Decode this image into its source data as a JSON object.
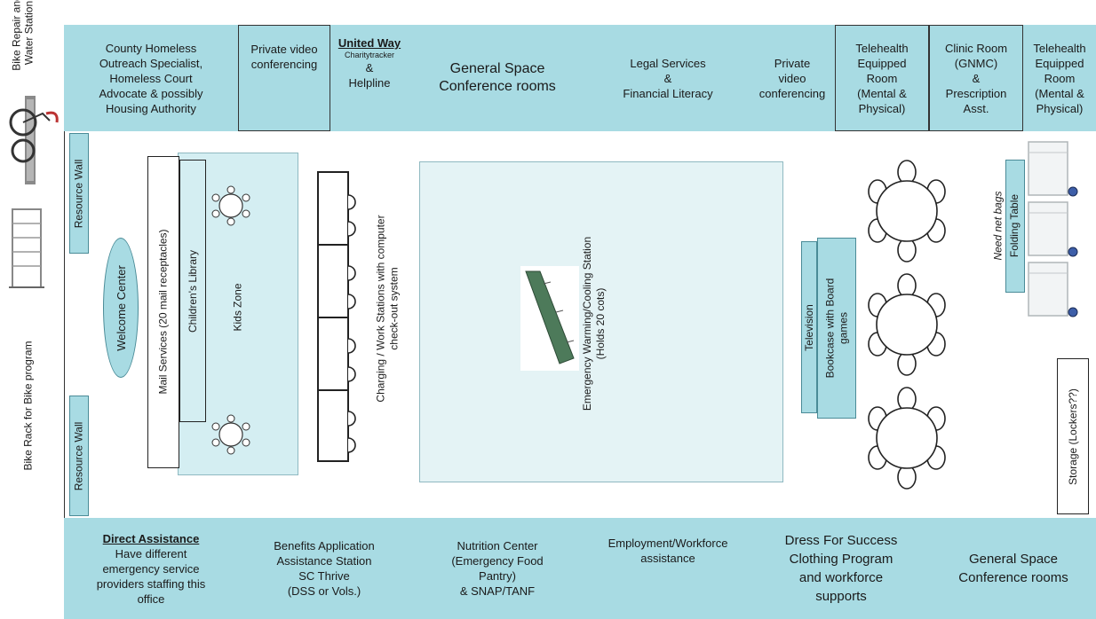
{
  "outside": {
    "bike_repair": [
      "Bike Repair and",
      "Water Station"
    ],
    "bike_rack": "Bike Rack for Bike program"
  },
  "top_rooms": [
    {
      "lines": [
        "County Homeless",
        "Outreach Specialist,",
        "Homeless Court",
        "Advocate & possibly",
        "Housing Authority"
      ]
    },
    {
      "lines": [
        "Private video",
        "conferencing"
      ]
    },
    {
      "title": "United Way",
      "lines": [
        "Charitytracker",
        "&",
        "Helpline"
      ]
    },
    {
      "lines": [
        "General Space",
        "Conference rooms"
      ]
    },
    {
      "lines": [
        "Legal Services",
        "&",
        "Financial Literacy"
      ]
    },
    {
      "lines": [
        "Private",
        "video",
        "conferencing"
      ]
    },
    {
      "lines": [
        "Telehealth",
        "Equipped",
        "Room",
        "(Mental &",
        "Physical)"
      ]
    },
    {
      "lines": [
        "Clinic Room",
        "(GNMC)",
        "&",
        "Prescription",
        "Asst."
      ]
    },
    {
      "lines": [
        "Telehealth",
        "Equipped",
        "Room",
        "(Mental &",
        "Physical)"
      ]
    }
  ],
  "bottom_rooms": [
    {
      "title": "Direct Assistance",
      "lines": [
        "Have different",
        "emergency service",
        "providers staffing this",
        "office"
      ]
    },
    {
      "lines": [
        "Benefits Application",
        "Assistance Station",
        "SC Thrive",
        "(DSS or Vols.)"
      ]
    },
    {
      "lines": [
        "Nutrition Center",
        "(Emergency Food",
        "Pantry)",
        "& SNAP/TANF"
      ]
    },
    {
      "lines": [
        "Employment/Workforce",
        "assistance"
      ]
    },
    {
      "lines": [
        "Dress For Success",
        "Clothing Program",
        "and workforce",
        "supports"
      ]
    },
    {
      "lines": [
        "General Space",
        "Conference rooms"
      ]
    }
  ],
  "interior": {
    "resource_wall_top": "Resource Wall",
    "resource_wall_bottom": "Resource Wall",
    "welcome_center": "Welcome Center",
    "mail_services": "Mail Services (20 mail receptacles)",
    "childrens_library": "Children's Library",
    "kids_zone": "Kids Zone",
    "charging": [
      "Charging / Work Stations with computer",
      "check-out system"
    ],
    "emergency": [
      "Emergency Warming/Cooling Station",
      "(Holds 20 cots)"
    ],
    "television": "Television",
    "bookcase": [
      "Bookcase with Board",
      "games"
    ],
    "need_net_bags": "Need net bags",
    "folding_table": "Folding Table",
    "storage": "Storage (Lockers??)"
  },
  "colors": {
    "room_fill": "#a8dbe3",
    "kids_fill": "#d4eef2",
    "cot_fill": "#4d7a5a"
  }
}
